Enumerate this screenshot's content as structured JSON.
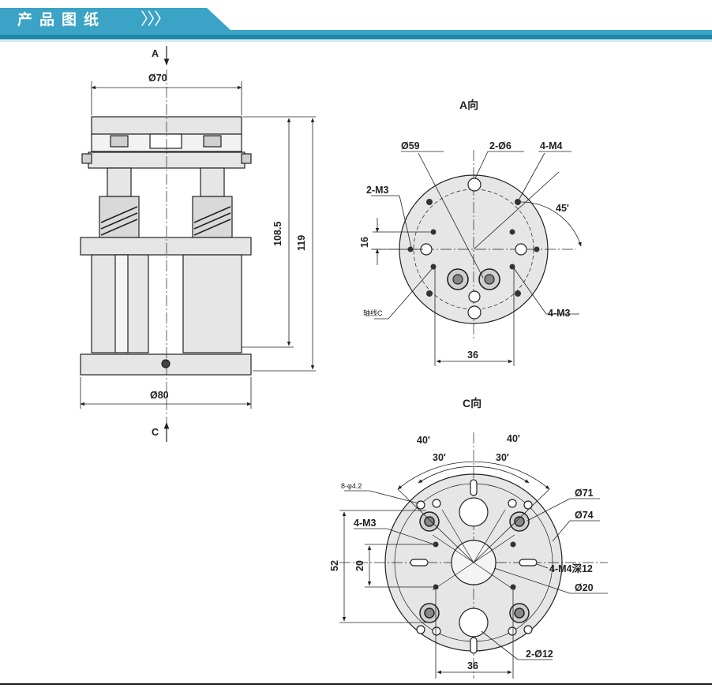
{
  "header": {
    "title": "产品图纸",
    "arrows": "〉〉〉",
    "colors": {
      "band": "#3aa3c6",
      "band_dark": "#1f86ab"
    }
  },
  "side_view": {
    "view_arrow_top": "A",
    "view_arrow_bottom": "C",
    "dim_top_diameter": "Ø70",
    "dim_base_diameter": "Ø80",
    "dim_height_inner": "108.5",
    "dim_height_total": "119"
  },
  "view_a": {
    "title": "A向",
    "labels": {
      "d59": "Ø59",
      "hole_2d6": "2-Ø6",
      "m4_4": "4-M4",
      "m3_2": "2-M3",
      "angle_45": "45'",
      "dim_16": "16",
      "axis_c": "轴线C",
      "m3_4": "4-M3",
      "dim_36": "36"
    }
  },
  "view_c": {
    "title": "C向",
    "labels": {
      "angle_40_left": "40'",
      "angle_40_right": "40'",
      "angle_30_left": "30'",
      "angle_30_right": "30'",
      "hole_8d42": "8-φ4.2",
      "d71": "Ø71",
      "m3_4": "4-M3",
      "d74": "Ø74",
      "dim_52": "52",
      "dim_20": "20",
      "m4_slot": "4-M4深12",
      "d20": "Ø20",
      "hole_2d12": "2-Ø12",
      "dim_36": "36"
    }
  }
}
